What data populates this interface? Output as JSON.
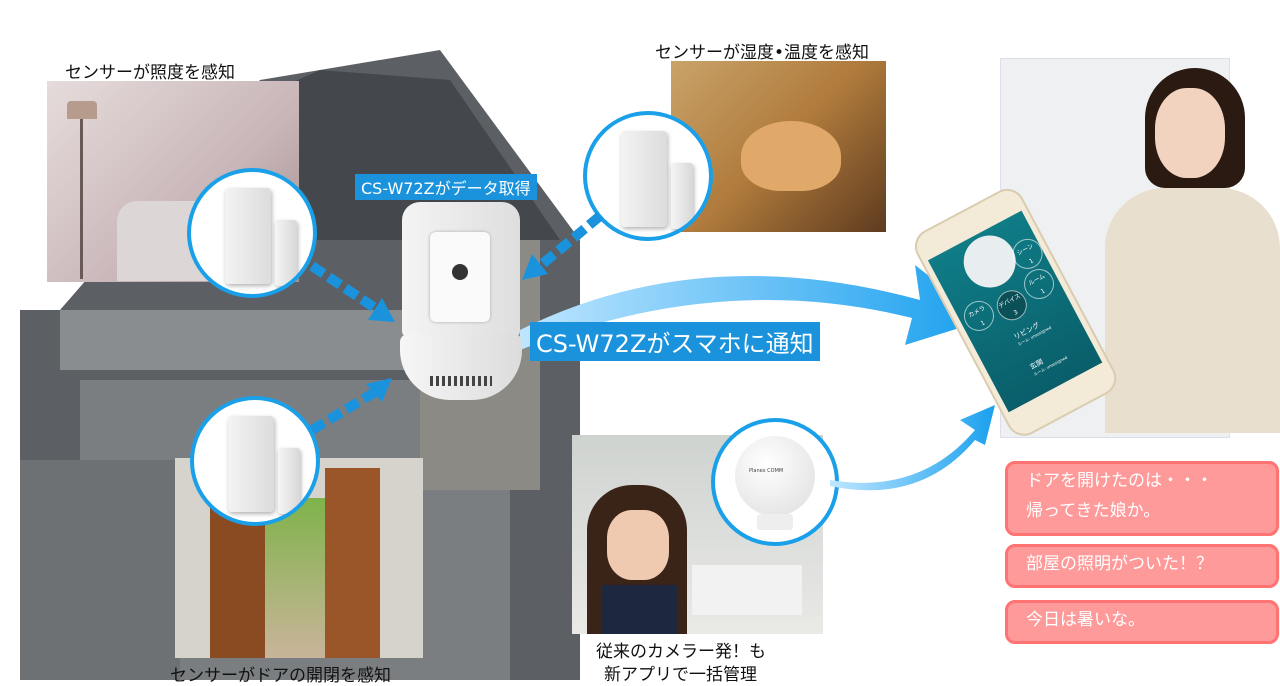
{
  "captions": {
    "illuminance": "センサーが照度を感知",
    "humidity_temp": "センサーが湿度•温度を感知",
    "door": "センサーがドアの開閉を感知",
    "camera_line1": "従来のカメラー発！も",
    "camera_line2": "新アプリで一括管理"
  },
  "labels": {
    "data_acquire": "CS-W72Zがデータ取得",
    "notify": "CS-W72Zがスマホに通知",
    "camera_brand": "Planex COMM"
  },
  "phone_app": {
    "buttons": [
      {
        "label": "カメラ",
        "count": "1"
      },
      {
        "label": "デバイス",
        "count": "3"
      },
      {
        "label": "ルーム",
        "count": "1"
      },
      {
        "label": "シーン",
        "count": "1"
      }
    ],
    "devices": [
      {
        "name": "リビング",
        "room": "ルーム: unassigned"
      },
      {
        "name": "玄関",
        "room": "ルーム: unassigned"
      }
    ]
  },
  "bubbles": {
    "b1_line1": "ドアを開けたのは・・・",
    "b1_line2": "帰ってきた娘か。",
    "b2": "部屋の照明がついた！？",
    "b3": "今日は暑いな。"
  },
  "colors": {
    "accent_blue": "#1a93dc",
    "bubble_fill": "#ff9a9a",
    "bubble_border": "#ff7373"
  }
}
